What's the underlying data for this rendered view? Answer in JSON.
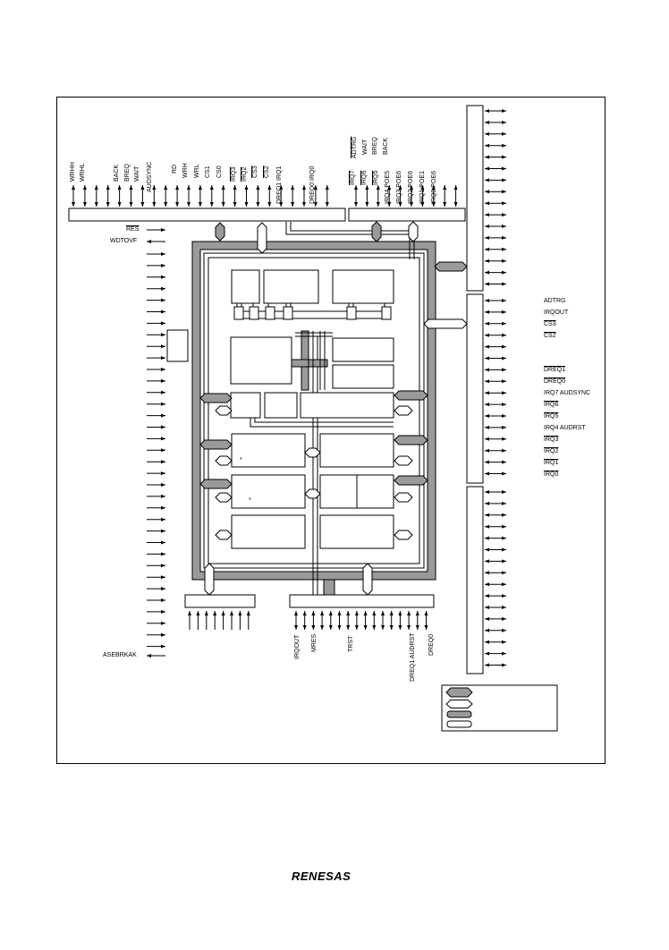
{
  "logo": {
    "text": "RENESAS"
  },
  "pins": {
    "top_left": [
      {
        "text": "WRHH",
        "over": false
      },
      {
        "text": "WRHL",
        "over": false
      },
      {
        "text": "BACK",
        "over": false
      },
      {
        "text": "BREQ",
        "over": false
      },
      {
        "text": "WAIT",
        "over": false
      },
      {
        "text": "AUDSYNC",
        "over": false
      },
      {
        "text": "RD",
        "over": false
      },
      {
        "text": "WRH",
        "over": false
      },
      {
        "text": "WRL",
        "over": false
      },
      {
        "text": "CS1",
        "over": false
      },
      {
        "text": "CS0",
        "over": false
      },
      {
        "text": "IRQ3",
        "over": true
      },
      {
        "text": "IRQ2",
        "over": true
      },
      {
        "text": "CS3",
        "over": true
      },
      {
        "text": "CS2",
        "over": true
      },
      {
        "text": "DREQ1 IRQ1",
        "over": false
      },
      {
        "text": "DREQ0 IRQ0",
        "over": false
      }
    ],
    "top_right": [
      {
        "text": "ADTRG",
        "over": true
      },
      {
        "text": "WAIT",
        "over": false
      },
      {
        "text": "BREQ",
        "over": false
      },
      {
        "text": "BACK",
        "over": false
      },
      {
        "text": "IRQ7",
        "over": true
      },
      {
        "text": "IRQ6",
        "over": true
      },
      {
        "text": "IRQ5",
        "over": true
      },
      {
        "text": "IRQ4 POE5",
        "over": false
      },
      {
        "text": "IRQ3 POE6",
        "over": false
      },
      {
        "text": "IRQ2 POE6",
        "over": false
      },
      {
        "text": "IRQ1 POE1",
        "over": false
      },
      {
        "text": "IRQ0 POE6",
        "over": false
      }
    ],
    "left": [
      {
        "text": "RES",
        "over": true
      },
      {
        "text": "WDTOVF",
        "over": false
      }
    ],
    "right": [
      {
        "text": "ADTRG",
        "over": false
      },
      {
        "text": "IRQOUT",
        "over": false
      },
      {
        "text": "CS3",
        "over": true
      },
      {
        "text": "CS2",
        "over": true
      },
      {
        "text": "DREQ1",
        "over": true
      },
      {
        "text": "DREQ0",
        "over": true
      },
      {
        "text": "IRQ7 AUDSYNC",
        "over": false
      },
      {
        "text": "IRQ6",
        "over": true
      },
      {
        "text": "IRQ5",
        "over": true
      },
      {
        "text": "IRQ4 AUDRST",
        "over": false
      },
      {
        "text": "IRQ3",
        "over": true
      },
      {
        "text": "IRQ2",
        "over": true
      },
      {
        "text": "IRQ1",
        "over": true
      },
      {
        "text": "IRQ0",
        "over": true
      }
    ],
    "bottom_left": {
      "text": "ASEBRKAK",
      "over": false
    },
    "bottom": [
      {
        "text": "IRQOUT",
        "over": false
      },
      {
        "text": "MRES",
        "over": false
      },
      {
        "text": "TRST",
        "over": false
      },
      {
        "text": "DREQ1 AUDRST",
        "over": false
      },
      {
        "text": "DREQ0",
        "over": false
      }
    ]
  },
  "block_marks": [
    "*",
    "*"
  ]
}
